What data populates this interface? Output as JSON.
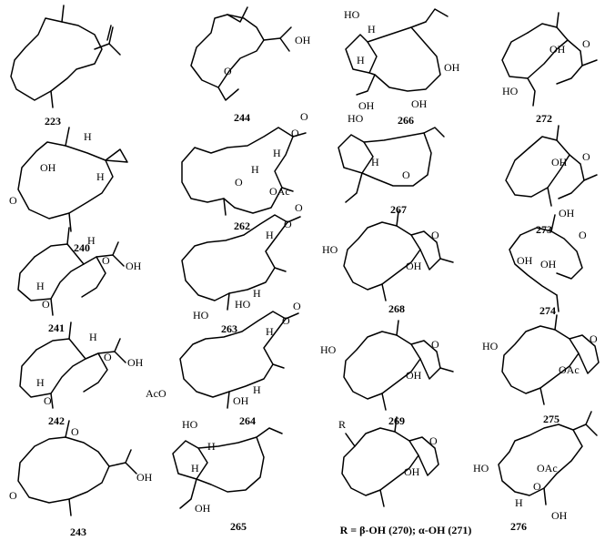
{
  "compounds": [
    {
      "id": "223",
      "atoms": []
    },
    {
      "id": "244",
      "atoms": [
        "OH",
        "O"
      ]
    },
    {
      "id": "266",
      "atoms": [
        "HO",
        "H",
        "H",
        "OH",
        "OH",
        "OH"
      ]
    },
    {
      "id": "272",
      "atoms": [
        "O",
        "OH",
        "HO"
      ]
    },
    {
      "id": "240",
      "atoms": [
        "H",
        "OH",
        "H",
        "O"
      ]
    },
    {
      "id": "262",
      "atoms": [
        "O",
        "O",
        "H",
        "H",
        "O",
        "OAc"
      ]
    },
    {
      "id": "267",
      "atoms": [
        "HO",
        "H",
        "O"
      ]
    },
    {
      "id": "273",
      "atoms": [
        "O",
        "OH",
        "OH"
      ]
    },
    {
      "id": "241",
      "atoms": [
        "H",
        "O",
        "OH",
        "H",
        "O"
      ]
    },
    {
      "id": "263",
      "atoms": [
        "H",
        "O",
        "O",
        "HO",
        "HO",
        "H"
      ]
    },
    {
      "id": "268",
      "atoms": [
        "HO",
        "O",
        "OH"
      ]
    },
    {
      "id": "274",
      "atoms": [
        "O",
        "OH",
        "OH"
      ]
    },
    {
      "id": "242",
      "atoms": [
        "H",
        "O",
        "OH",
        "H",
        "O"
      ]
    },
    {
      "id": "264",
      "atoms": [
        "H",
        "O",
        "O",
        "AcO",
        "OH",
        "H"
      ]
    },
    {
      "id": "269",
      "atoms": [
        "HO",
        "O",
        "OH"
      ]
    },
    {
      "id": "275",
      "atoms": [
        "HO",
        "O",
        "OAc"
      ]
    },
    {
      "id": "243",
      "atoms": [
        "O",
        "OH",
        "O"
      ]
    },
    {
      "id": "265",
      "atoms": [
        "HO",
        "H",
        "H",
        "OH"
      ]
    },
    {
      "id": "270",
      "atoms": [
        "R",
        "O",
        "OH"
      ]
    },
    {
      "id": "276",
      "atoms": [
        "HO",
        "OAc",
        "O",
        "H",
        "OH"
      ]
    }
  ],
  "footer": "R = β-OH (270); α-OH (271)"
}
